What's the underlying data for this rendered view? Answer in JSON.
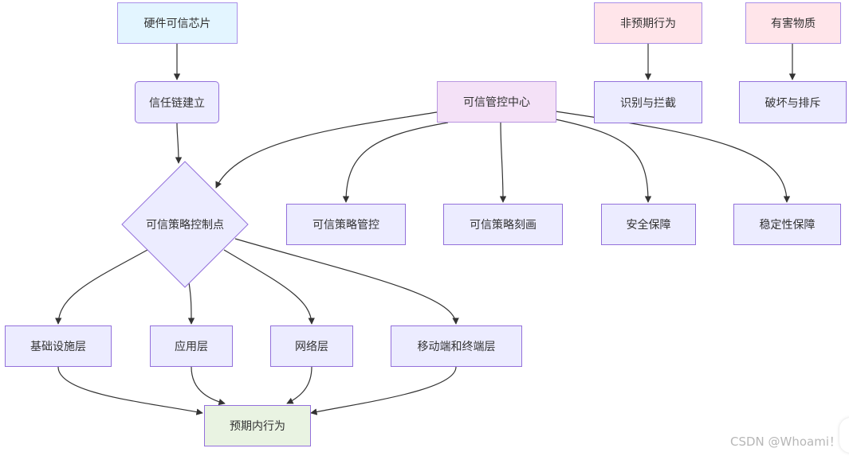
{
  "nodes": {
    "hw_chip": "硬件可信芯片",
    "trust_chain": "信任链建立",
    "control_point": "可信策略控制点",
    "control_center": "可信管控中心",
    "abnormal_behavior": "非预期行为",
    "harmful_substance": "有害物质",
    "identify_block": "识别与拦截",
    "destroy_reject": "破坏与排斥",
    "policy_control": "可信策略管控",
    "policy_profile": "可信策略刻画",
    "security": "安全保障",
    "stability": "稳定性保障",
    "infra_layer": "基础设施层",
    "app_layer": "应用层",
    "network_layer": "网络层",
    "mobile_layer": "移动端和终端层",
    "expected_behavior": "预期内行为"
  },
  "edges": [
    [
      "hw_chip",
      "trust_chain"
    ],
    [
      "trust_chain",
      "control_point"
    ],
    [
      "abnormal_behavior",
      "identify_block"
    ],
    [
      "harmful_substance",
      "destroy_reject"
    ],
    [
      "control_center",
      "control_point"
    ],
    [
      "control_center",
      "policy_control"
    ],
    [
      "control_center",
      "policy_profile"
    ],
    [
      "control_center",
      "security"
    ],
    [
      "control_center",
      "stability"
    ],
    [
      "control_point",
      "infra_layer"
    ],
    [
      "control_point",
      "app_layer"
    ],
    [
      "control_point",
      "network_layer"
    ],
    [
      "control_point",
      "mobile_layer"
    ],
    [
      "infra_layer",
      "expected_behavior"
    ],
    [
      "app_layer",
      "expected_behavior"
    ],
    [
      "network_layer",
      "expected_behavior"
    ],
    [
      "mobile_layer",
      "expected_behavior"
    ]
  ],
  "colors": {
    "edge": "#333333",
    "node_fill": "#ECECFF",
    "node_border": "#9370DB",
    "chip_fill": "#E3F5FF",
    "mgmt_fill": "#F4E1F7",
    "threat_fill": "#FFE5EA",
    "expected_fill": "#E9F3E2"
  },
  "watermark": "CSDN @Whoami！"
}
